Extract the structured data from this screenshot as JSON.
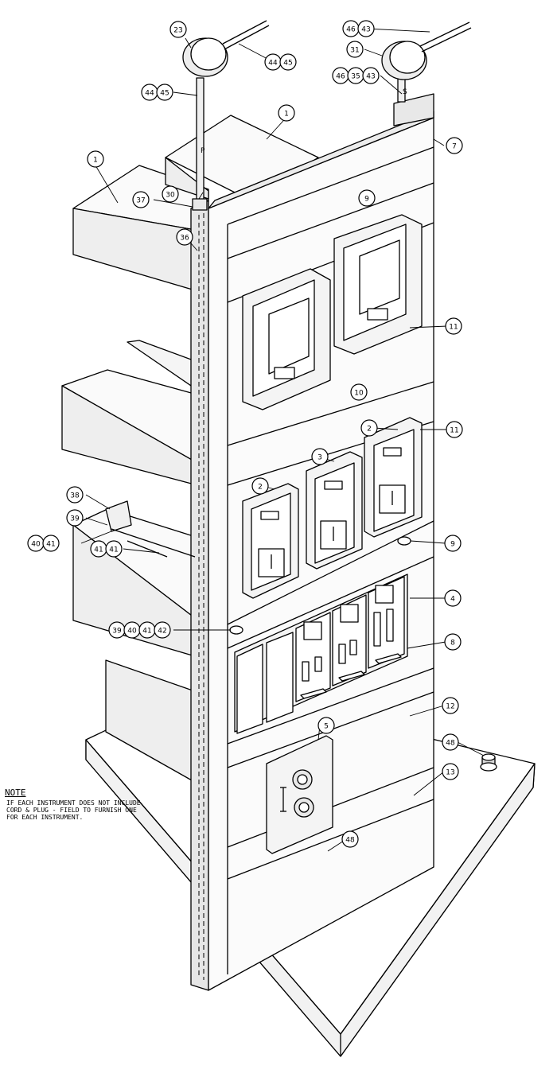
{
  "note": {
    "title": "NOTE",
    "body": "IF EACH INSTRUMENT DOES NOT INCLUDE\nCORD & PLUG - FIELD TO FURNISH ONE\nFOR EACH INSTRUMENT."
  },
  "callouts": {
    "c23": "23",
    "c44a": "44",
    "c45a": "45",
    "c46a": "46",
    "c43a": "43",
    "c31": "31",
    "c46b": "46",
    "c35": "35",
    "c43b": "43",
    "c44b": "44",
    "c45b": "45",
    "c1a": "1",
    "c1b": "1",
    "c7": "7",
    "c37": "37",
    "c30": "30",
    "c9a": "9",
    "c36": "36",
    "c11a": "11",
    "c10": "10",
    "c11b": "11",
    "c2a": "2",
    "c3": "3",
    "c2b": "2",
    "c38": "38",
    "c39a": "39",
    "c40a": "40",
    "c41a": "41",
    "c41b": "41",
    "c41c": "41",
    "c9b": "9",
    "c4": "4",
    "c39b": "39",
    "c40b": "40",
    "c41d": "41",
    "c42": "42",
    "c8": "8",
    "c12": "12",
    "c5": "5",
    "c13": "13",
    "c48a": "48",
    "c48b": "48"
  },
  "plug_labels": {
    "left": "P",
    "right": "S"
  }
}
